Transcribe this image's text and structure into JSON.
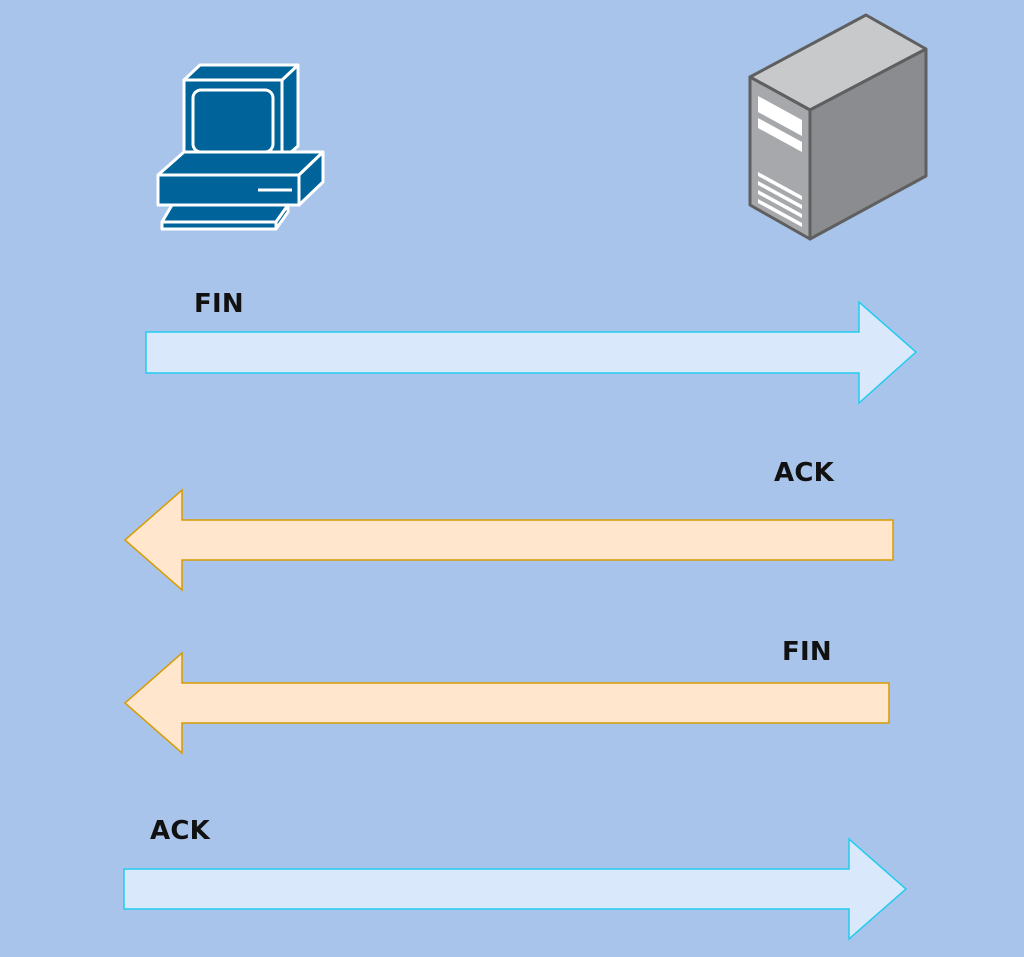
{
  "nodes": {
    "client": {
      "icon": "desktop-computer-icon"
    },
    "server": {
      "icon": "server-tower-icon"
    }
  },
  "messages": [
    {
      "label": "FIN",
      "direction": "client-to-server"
    },
    {
      "label": "ACK",
      "direction": "server-to-client"
    },
    {
      "label": "FIN",
      "direction": "server-to-client"
    },
    {
      "label": "ACK",
      "direction": "client-to-server"
    }
  ],
  "colors": {
    "background": "#a9c4ea",
    "client_arrow_fill": "#dae8fc",
    "client_arrow_stroke": "#22ccee",
    "server_arrow_fill": "#ffe6cc",
    "server_arrow_stroke": "#d79b00",
    "computer_blue": "#00639a"
  }
}
